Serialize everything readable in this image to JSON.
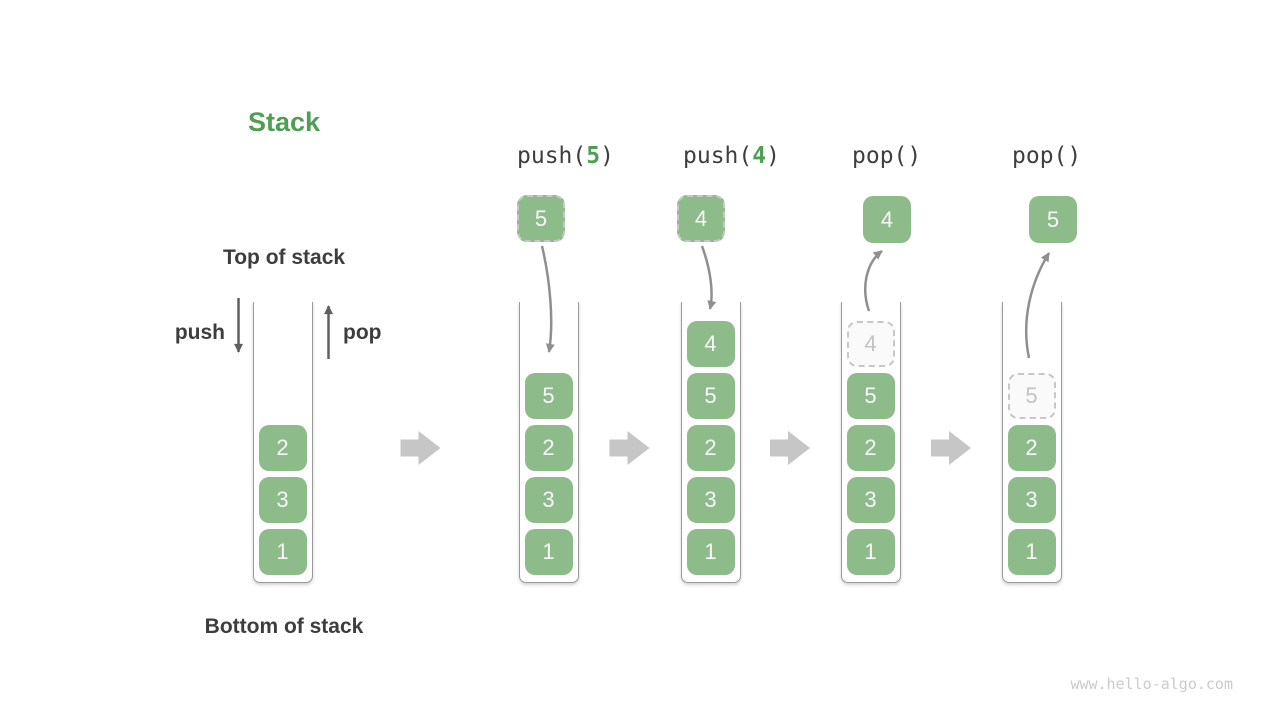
{
  "labels": {
    "title": "Stack",
    "top_of_stack": "Top of stack",
    "bottom_of_stack": "Bottom of stack",
    "push": "push",
    "pop": "pop",
    "watermark": "www.hello-algo.com"
  },
  "operations": [
    {
      "prefix": "push(",
      "arg": "5",
      "suffix": ")"
    },
    {
      "prefix": "push(",
      "arg": "4",
      "suffix": ")"
    },
    {
      "prefix": "pop()",
      "arg": "",
      "suffix": ""
    },
    {
      "prefix": "pop()",
      "arg": "",
      "suffix": ""
    }
  ],
  "floats": [
    {
      "value": "5",
      "style": "incoming-ghost"
    },
    {
      "value": "4",
      "style": "incoming-ghost"
    },
    {
      "value": "4",
      "style": "popped-solid"
    },
    {
      "value": "5",
      "style": "popped-solid"
    }
  ],
  "stacks": [
    {
      "cells": [
        {
          "value": "2"
        },
        {
          "value": "3"
        },
        {
          "value": "1"
        }
      ]
    },
    {
      "cells": [
        {
          "value": "5"
        },
        {
          "value": "2"
        },
        {
          "value": "3"
        },
        {
          "value": "1"
        }
      ]
    },
    {
      "cells": [
        {
          "value": "4"
        },
        {
          "value": "5"
        },
        {
          "value": "2"
        },
        {
          "value": "3"
        },
        {
          "value": "1"
        }
      ]
    },
    {
      "cells": [
        {
          "value": "4",
          "ghost": true
        },
        {
          "value": "5"
        },
        {
          "value": "2"
        },
        {
          "value": "3"
        },
        {
          "value": "1"
        }
      ]
    },
    {
      "cells": [
        {
          "value": "5",
          "ghost": true
        },
        {
          "value": "2"
        },
        {
          "value": "3"
        },
        {
          "value": "1"
        }
      ]
    }
  ],
  "colors": {
    "box_green": "#8dbc8a",
    "accent_green": "#4e9e53",
    "dark_text": "#3e3e3e",
    "curve_arrow_gray": "#8f8f8f",
    "straight_arrow_gray": "#5f5f5f",
    "block_arrow_gray": "#c6c6c6",
    "ghost_border_gray": "#c7c7c7",
    "container_wall_gray": "#9a9a9a"
  }
}
